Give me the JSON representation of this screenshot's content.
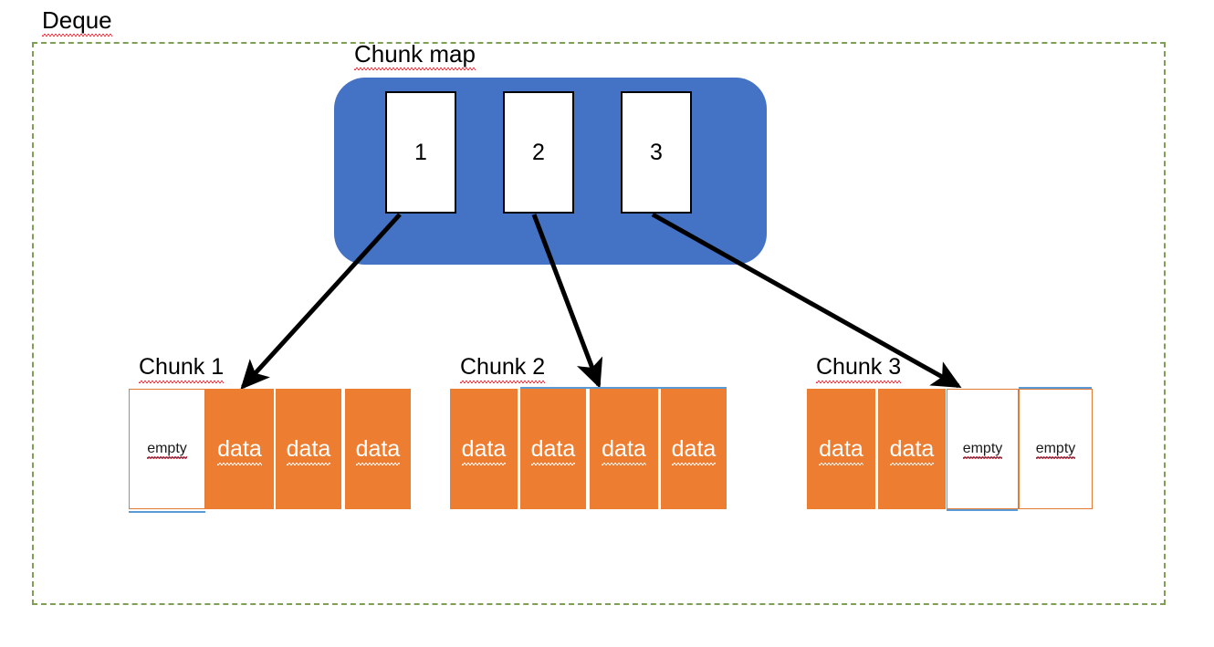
{
  "slide": {
    "title": "Deque",
    "frame_border_color": "#7f9f57"
  },
  "chunk_map": {
    "label": "Chunk map",
    "container_color": "#4472C4",
    "slots": [
      {
        "label": "1"
      },
      {
        "label": "2"
      },
      {
        "label": "3"
      }
    ]
  },
  "palette": {
    "data_fill": "#ED7D31",
    "empty_fill": "#FFFFFF",
    "empty_border": "#E07B39",
    "map_fill": "#4472C4",
    "accent_rule": "#5B9BD5",
    "arrow": "#000000",
    "frame": "#7f9f57"
  },
  "chunks": [
    {
      "label": "Chunk 1",
      "cells": [
        {
          "text": "empty",
          "state": "empty"
        },
        {
          "text": "data",
          "state": "data"
        },
        {
          "text": "data",
          "state": "data"
        },
        {
          "text": "data",
          "state": "data"
        }
      ]
    },
    {
      "label": "Chunk 2",
      "cells": [
        {
          "text": "data",
          "state": "data"
        },
        {
          "text": "data",
          "state": "data"
        },
        {
          "text": "data",
          "state": "data"
        },
        {
          "text": "data",
          "state": "data"
        }
      ]
    },
    {
      "label": "Chunk 3",
      "cells": [
        {
          "text": "data",
          "state": "data"
        },
        {
          "text": "data",
          "state": "data"
        },
        {
          "text": "empty",
          "state": "empty"
        },
        {
          "text": "empty",
          "state": "empty"
        }
      ]
    }
  ],
  "arrows": [
    {
      "from": "map-slot-1",
      "to": "chunk-1"
    },
    {
      "from": "map-slot-2",
      "to": "chunk-2"
    },
    {
      "from": "map-slot-3",
      "to": "chunk-3"
    }
  ]
}
